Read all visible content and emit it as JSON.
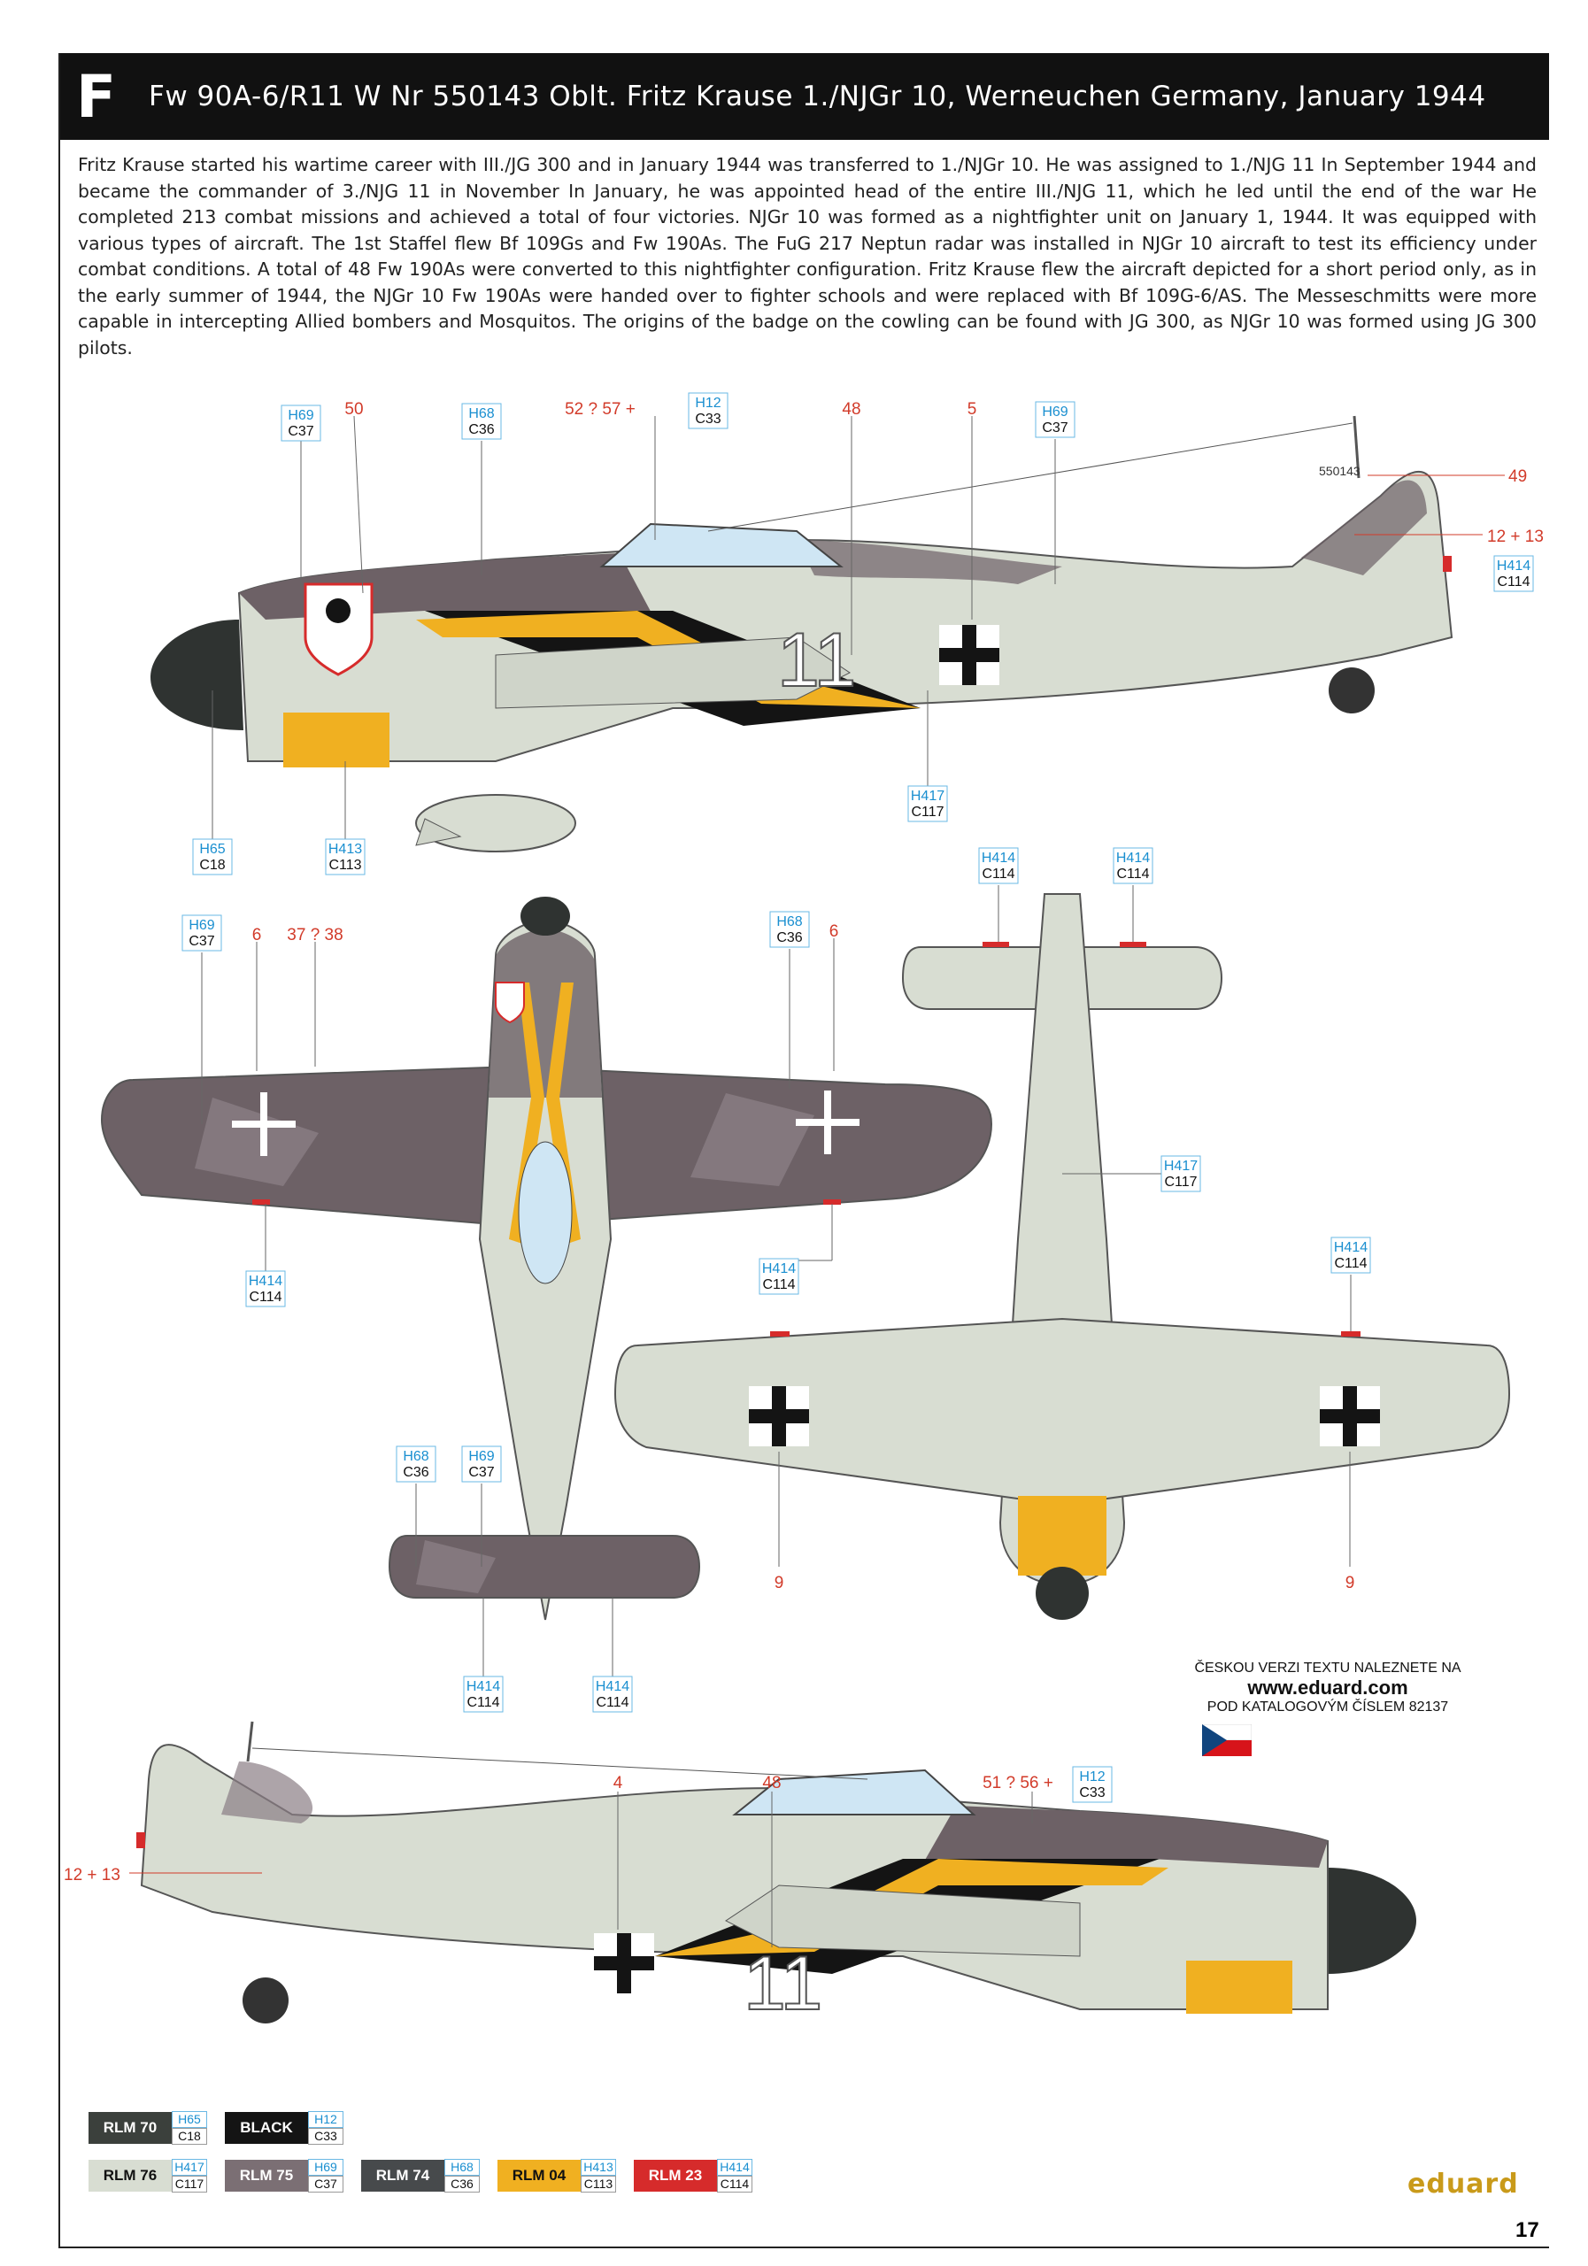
{
  "header": {
    "letter": "F",
    "title": "Fw 90A-6/R11 W Nr 550143 Oblt. Fritz Krause 1./NJGr 10, Werneuchen Germany, January 1944"
  },
  "description": "Fritz Krause started his wartime career with III./JG 300 and in January 1944 was transferred to 1./NJGr 10. He was assigned to 1./NJG 11 In September 1944 and became the commander of 3./NJG 11 in November In January, he was appointed head of the entire III./NJG 11, which he led until the end of the war He completed 213 combat missions and achieved a total of four victories. NJGr 10 was formed as a nightfighter unit on January 1, 1944. It was equipped with various types of aircraft. The 1st Staffel flew Bf 109Gs and Fw 190As. The FuG 217 Neptun radar was installed in NJGr 10 aircraft to test its efficiency under combat conditions. A total of 48 Fw 190As were converted to this nightfighter configuration. Fritz Krause flew the aircraft depicted for a short period only, as in the early summer of 1944, the NJGr 10 Fw 190As were handed over to fighter schools and were replaced with Bf 109G-6/AS. The Messeschmitts were more capable in intercepting Allied bombers and Mosquitos. The origins of the badge on the cowling can be found with JG 300, as NJGr 10 was formed using JG 300 pilots.",
  "callouts": {
    "side_top": {
      "c1": {
        "h": "H69",
        "c": "C37"
      },
      "n50": "50",
      "c2": {
        "h": "H68",
        "c": "C36"
      },
      "n52": "52 ? 57 +",
      "c3": {
        "h": "H12",
        "c": "C33"
      },
      "n48": "48",
      "n5": "5",
      "c4": {
        "h": "H69",
        "c": "C37"
      },
      "n49": "49",
      "n1213": "12 + 13",
      "c5": {
        "h": "H414",
        "c": "C114"
      },
      "c6": {
        "h": "H417",
        "c": "C117"
      },
      "c7": {
        "h": "H65",
        "c": "C18"
      },
      "c8": {
        "h": "H413",
        "c": "C113"
      }
    },
    "plan_top": {
      "c1": {
        "h": "H69",
        "c": "C37"
      },
      "n6a": "6",
      "n3738": "37 ? 38",
      "c2": {
        "h": "H68",
        "c": "C36"
      },
      "n6b": "6",
      "c3": {
        "h": "H414",
        "c": "C114"
      },
      "c4": {
        "h": "H414",
        "c": "C114"
      },
      "c5": {
        "h": "H68",
        "c": "C36"
      },
      "c6": {
        "h": "H69",
        "c": "C37"
      },
      "c7": {
        "h": "H414",
        "c": "C114"
      },
      "c8": {
        "h": "H414",
        "c": "C114"
      }
    },
    "plan_bottom": {
      "c1": {
        "h": "H414",
        "c": "C114"
      },
      "c2": {
        "h": "H414",
        "c": "C114"
      },
      "c3": {
        "h": "H417",
        "c": "C117"
      },
      "c4": {
        "h": "H414",
        "c": "C114"
      },
      "n9a": "9",
      "n9b": "9"
    },
    "side_bottom": {
      "n4": "4",
      "n48": "48",
      "n51": "51 ? 56 +",
      "c1": {
        "h": "H12",
        "c": "C33"
      },
      "n1213": "12 + 13"
    }
  },
  "markings": {
    "code_number": "11",
    "werknummer": "550143"
  },
  "czech_note": {
    "line1": "ČESKOU VERZI TEXTU NALEZNETE NA",
    "url": "www.eduard.com",
    "line2": "POD KATALOGOVÝM ČÍSLEM 82137"
  },
  "legend": [
    {
      "name": "RLM 70",
      "h": "H65",
      "c": "C18",
      "color": "#3b403c",
      "text": "#ffffff"
    },
    {
      "name": "BLACK",
      "h": "H12",
      "c": "C33",
      "color": "#141414",
      "text": "#ffffff"
    },
    {
      "name": "RLM 76",
      "h": "H417",
      "c": "C117",
      "color": "#d8ddd2",
      "text": "#111111"
    },
    {
      "name": "RLM 75",
      "h": "H69",
      "c": "C37",
      "color": "#7b6f74",
      "text": "#ffffff"
    },
    {
      "name": "RLM 74",
      "h": "H68",
      "c": "C36",
      "color": "#474a4c",
      "text": "#ffffff"
    },
    {
      "name": "RLM 04",
      "h": "H413",
      "c": "C113",
      "color": "#f0b021",
      "text": "#111111"
    },
    {
      "name": "RLM 23",
      "h": "H414",
      "c": "C114",
      "color": "#d62b2b",
      "text": "#ffffff"
    }
  ],
  "brand": "eduard",
  "page_number": "17",
  "colors": {
    "rlm76": "#d8ddd2",
    "rlm75": "#6d6166",
    "rlm74": "#464a4d",
    "rlm04": "#f0b021",
    "black": "#141414",
    "red": "#d62b2b",
    "callout_red": "#d23b2a",
    "callout_blue": "#1a8fd0"
  }
}
